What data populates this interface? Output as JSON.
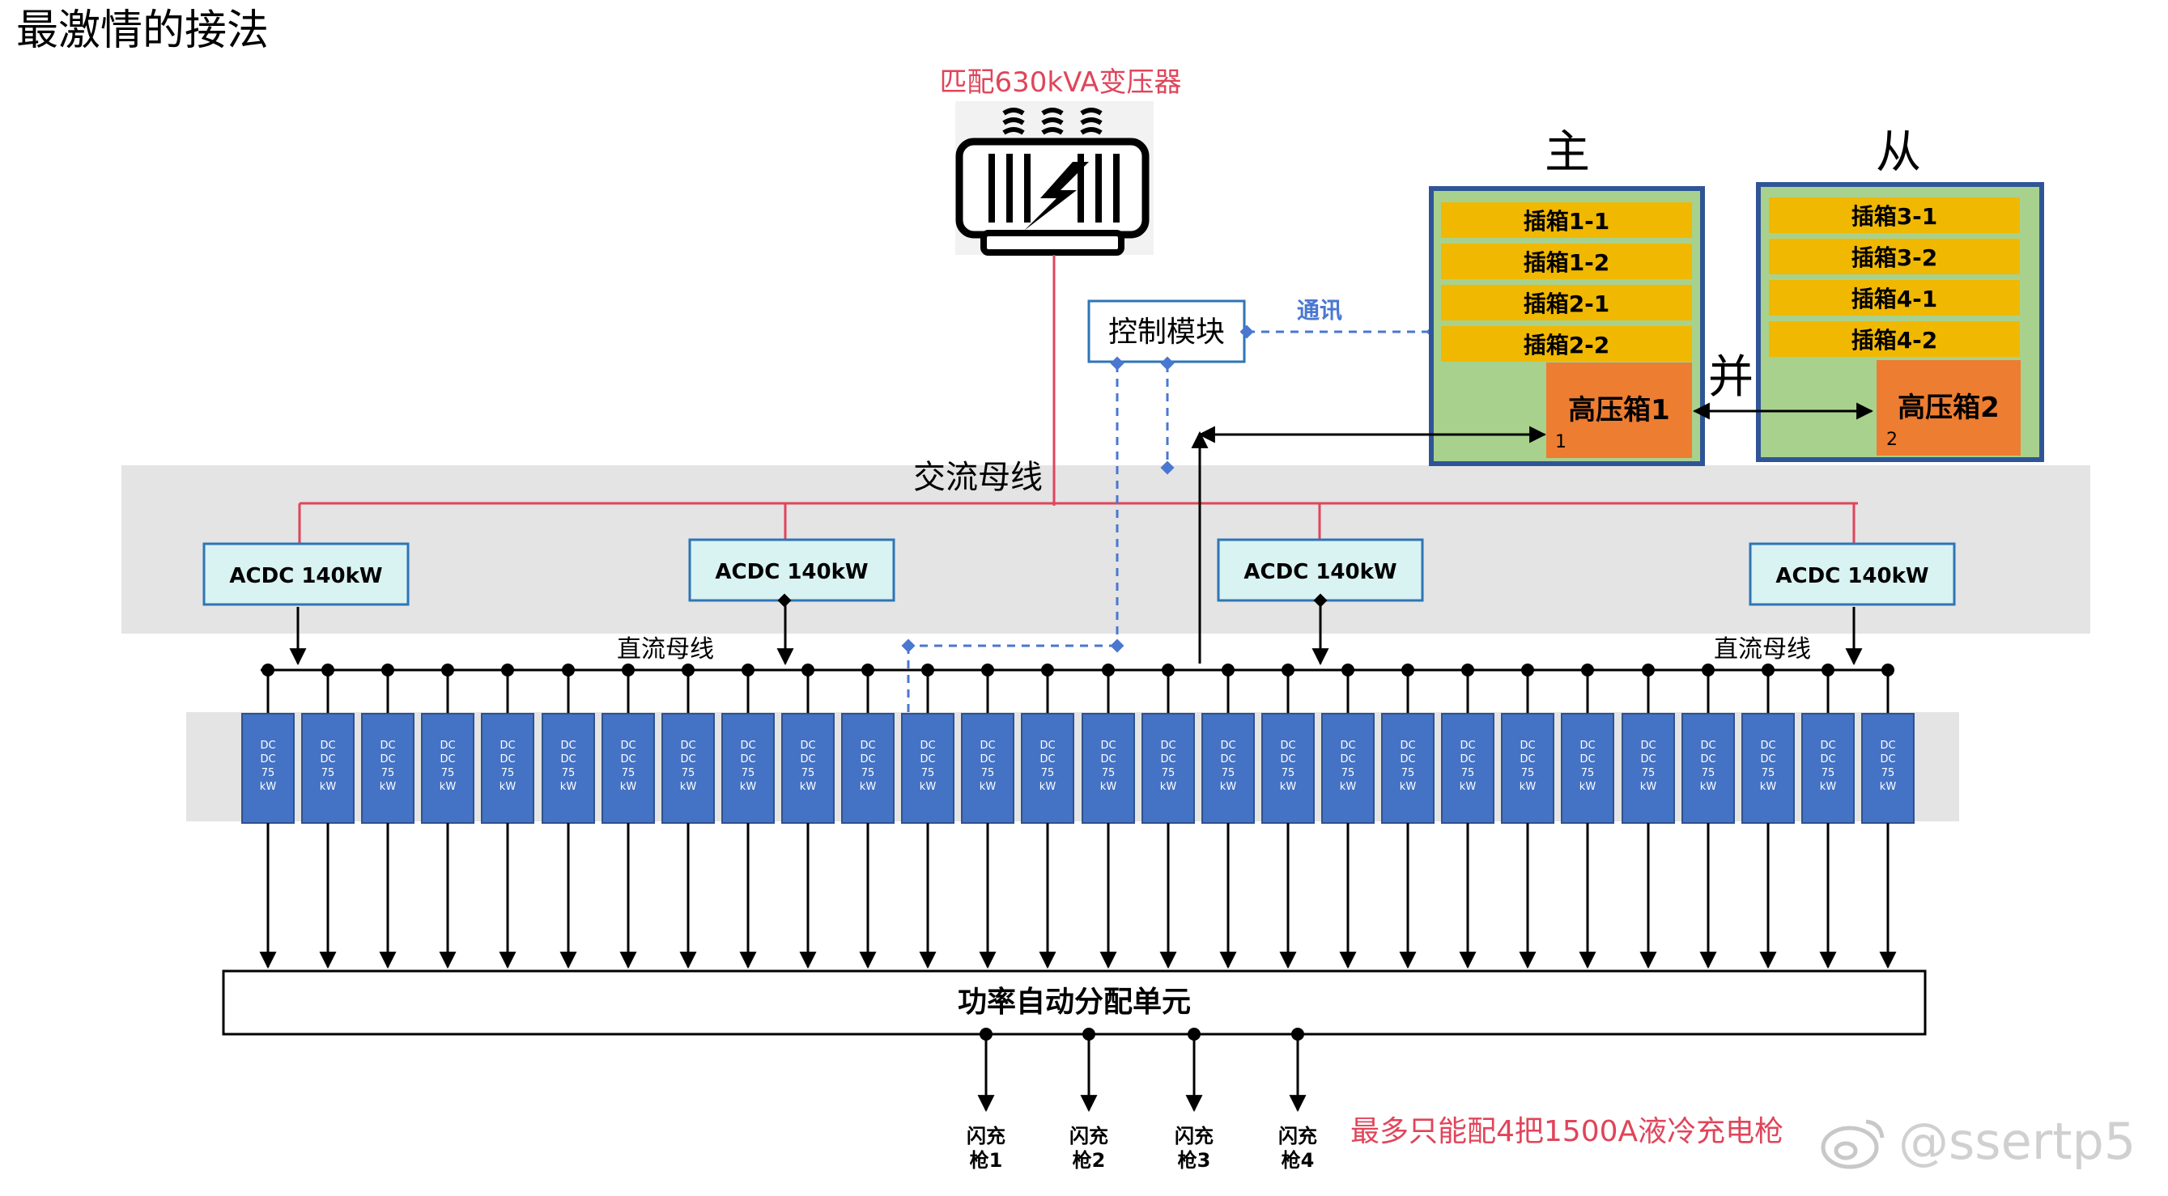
{
  "page": {
    "title": "最激情的接法"
  },
  "transformer": {
    "label": "匹配630kVA变压器",
    "icon": "transformer-icon"
  },
  "control_module": {
    "label": "控制模块",
    "comm_label": "通讯"
  },
  "master": {
    "label": "主",
    "boxes": [
      "插箱1-1",
      "插箱1-2",
      "插箱2-1",
      "插箱2-2"
    ],
    "hv_label": "高压箱1",
    "hv_index": "1"
  },
  "slave": {
    "label": "从",
    "boxes": [
      "插箱3-1",
      "插箱3-2",
      "插箱4-1",
      "插箱4-2"
    ],
    "hv_label": "高压箱2",
    "hv_index": "2"
  },
  "parallel_label": "并",
  "ac_bus_label": "交流母线",
  "dc_bus_label": "直流母线",
  "acdc_modules": [
    "ACDC 140kW",
    "ACDC 140kW",
    "ACDC 140kW",
    "ACDC 140kW"
  ],
  "dcdc_module": {
    "lines": [
      "DC",
      "DC",
      "75",
      "kW"
    ],
    "count": 28
  },
  "distribution_unit": "功率自动分配单元",
  "guns": [
    {
      "line1": "闪充",
      "line2": "枪1"
    },
    {
      "line1": "闪充",
      "line2": "枪2"
    },
    {
      "line1": "闪充",
      "line2": "枪3"
    },
    {
      "line1": "闪充",
      "line2": "枪4"
    }
  ],
  "note": "最多只能配4把1500A液冷充电枪",
  "watermark": "@ssertp5",
  "colors": {
    "ac_line": "#e0455a",
    "comm_line": "#4a77d0",
    "dcdc_fill": "#4472c4",
    "acdc_fill": "#d9f2f2",
    "acdc_stroke": "#2e75b6",
    "box_fill": "#f0b800",
    "hv_fill": "#ed7d31",
    "cabinet_fill": "#a9d18e",
    "cabinet_stroke": "#2f5597",
    "bus_band": "#e4e4e4",
    "note_red": "#e0455a"
  }
}
